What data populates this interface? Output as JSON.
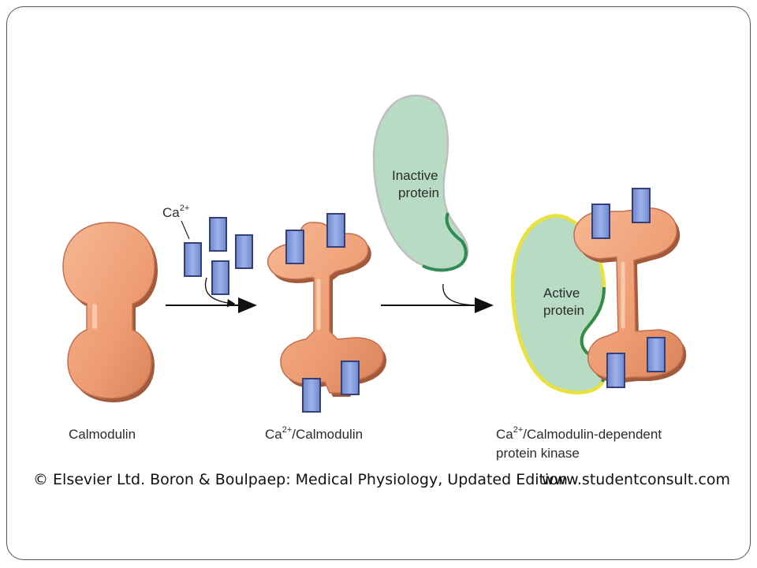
{
  "labels": {
    "ca_ion": "Ca",
    "ca_charge": "2+",
    "calmodulin": "Calmodulin",
    "ca_calmodulin_prefix": "Ca",
    "ca_calmodulin_charge": "2+",
    "ca_calmodulin_suffix": "/Calmodulin",
    "kinase_prefix": "Ca",
    "kinase_charge": "2+",
    "kinase_line1_suffix": "/Calmodulin-dependent",
    "kinase_line2": "protein kinase",
    "inactive_line1": "Inactive",
    "inactive_line2": "protein",
    "active_line1": "Active",
    "active_line2": "protein"
  },
  "credits": {
    "left": "© Elsevier Ltd. Boron & Boulpaep: Medical Physiology, Updated Edition",
    "right": "www.studentconsult.com"
  },
  "colors": {
    "calmodulin_fill": "#f0a27a",
    "calmodulin_edge": "#a35a3a",
    "ion_fill": "#7f98d8",
    "ion_edge": "#34407a",
    "protein_fill": "#b8dbc4",
    "protein_edge": "#2f8a55",
    "active_outline": "#e8e23a"
  }
}
